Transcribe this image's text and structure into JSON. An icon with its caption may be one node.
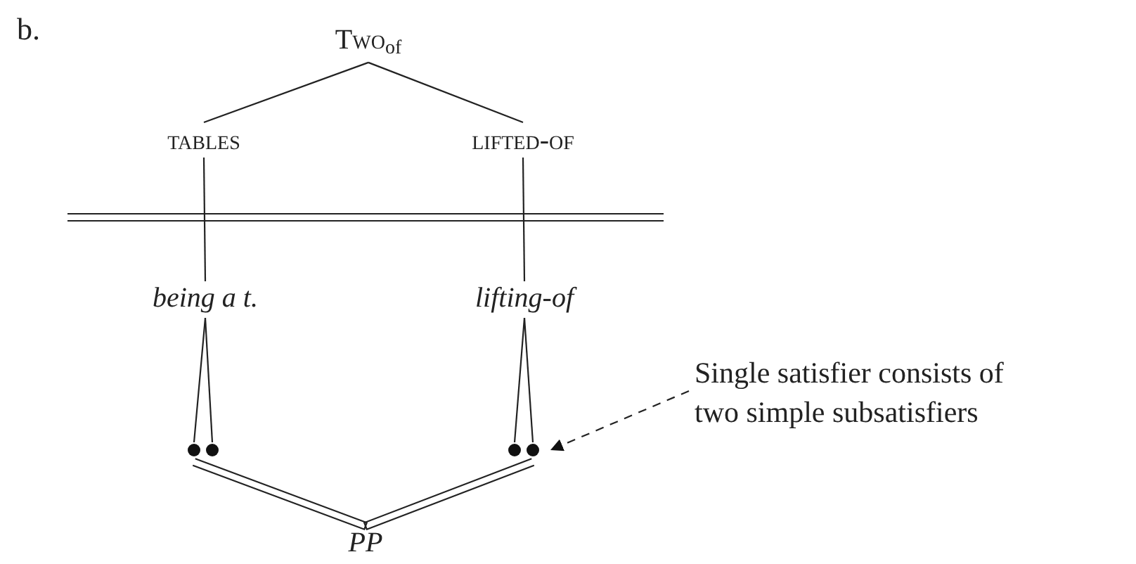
{
  "diagram": {
    "nodes": [
      {
        "text": [
          "Two$_{of}$"
        ]
      },
      {
        "text": [
          "tables"
        ]
      },
      {
        "text": [
          "lifted-of"
        ]
      },
      {
        "text": [
          "being a t."
        ]
      },
      {
        "text": [
          "lifting-of"
        ]
      },
      {
        "text": [],
        "shape": "circle"
      },
      {
        "text": [],
        "shape": "circle"
      },
      {
        "text": [],
        "shape": "circle"
      },
      {
        "text": [],
        "shape": "circle"
      },
      {
        "text": [
          "PP"
        ]
      },
      {
        "text": [
          "Single satisfier consists of two simple subsatisfiers"
        ]
      }
    ],
    "edges": [
      {
        "from": 0,
        "to": 1,
        "arrow": "none"
      },
      {
        "from": 0,
        "to": 2,
        "arrow": "none"
      },
      {
        "from": 1,
        "to": 3,
        "arrow": "none"
      },
      {
        "from": 2,
        "to": 4,
        "arrow": "none"
      },
      {
        "from": 3,
        "to": 5,
        "arrow": "none"
      },
      {
        "from": 3,
        "to": 6,
        "arrow": "none"
      },
      {
        "from": 4,
        "to": 7,
        "arrow": "none"
      },
      {
        "from": 4,
        "to": 8,
        "arrow": "none"
      },
      {
        "from": 5,
        "to": 9,
        "arrow": "none"
      },
      {
        "from": 8,
        "to": 9,
        "arrow": "none"
      },
      {
        "from": 10,
        "to": 8,
        "arrow": "to",
        "style": "dashed"
      }
    ],
    "labels": [
      "b."
    ]
  }
}
